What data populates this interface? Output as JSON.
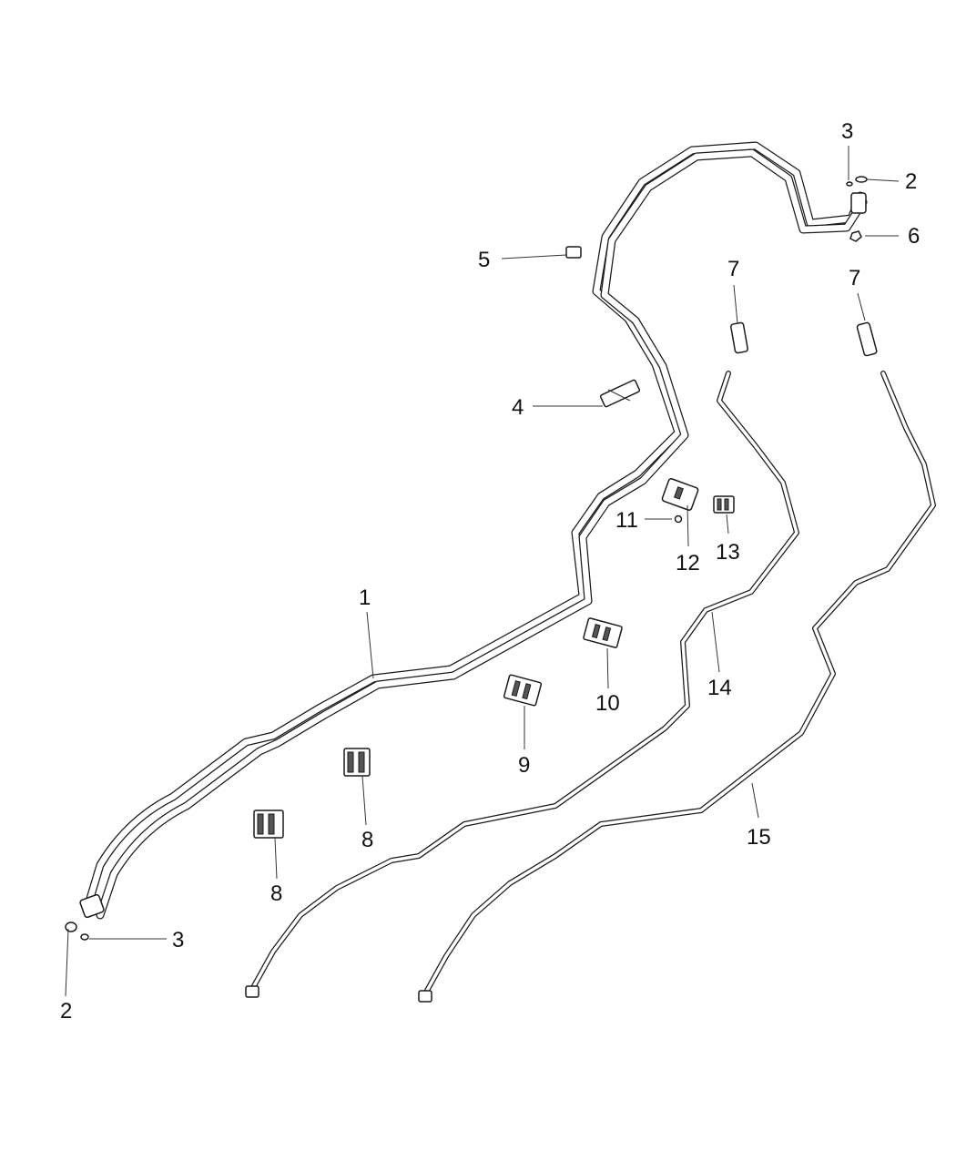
{
  "callouts": [
    {
      "id": "c1",
      "label": "1"
    },
    {
      "id": "c2a",
      "label": "2"
    },
    {
      "id": "c2b",
      "label": "2"
    },
    {
      "id": "c3a",
      "label": "3"
    },
    {
      "id": "c3b",
      "label": "3"
    },
    {
      "id": "c4",
      "label": "4"
    },
    {
      "id": "c5",
      "label": "5"
    },
    {
      "id": "c6",
      "label": "6"
    },
    {
      "id": "c7a",
      "label": "7"
    },
    {
      "id": "c7b",
      "label": "7"
    },
    {
      "id": "c8a",
      "label": "8"
    },
    {
      "id": "c8b",
      "label": "8"
    },
    {
      "id": "c9",
      "label": "9"
    },
    {
      "id": "c10",
      "label": "10"
    },
    {
      "id": "c11",
      "label": "11"
    },
    {
      "id": "c12",
      "label": "12"
    },
    {
      "id": "c13",
      "label": "13"
    },
    {
      "id": "c14",
      "label": "14"
    },
    {
      "id": "c15",
      "label": "15"
    }
  ]
}
